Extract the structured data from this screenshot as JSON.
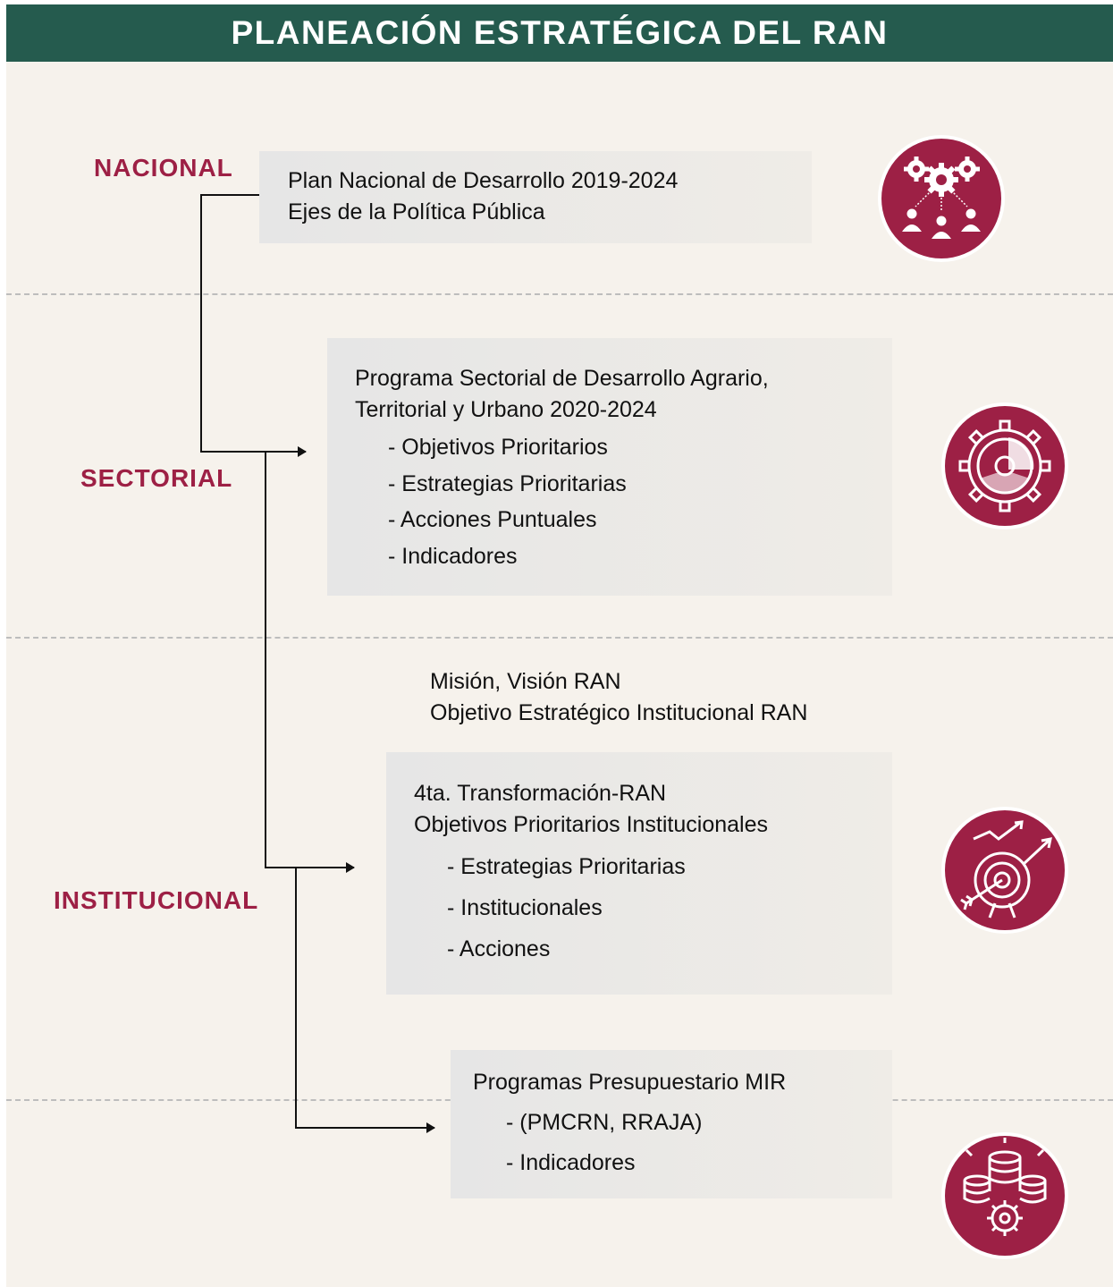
{
  "title": "PLANEACIÓN ESTRATÉGICA DEL RAN",
  "levels": {
    "nacional": "NACIONAL",
    "sectorial": "SECTORIAL",
    "institucional": "INSTITUCIONAL"
  },
  "boxes": {
    "nacional": {
      "line1": "Plan Nacional de Desarrollo 2019-2024",
      "line2": "Ejes de la Política Pública"
    },
    "sectorial": {
      "line1": "Programa Sectorial de Desarrollo Agrario,",
      "line2": "Territorial y Urbano 2020-2024",
      "items": [
        "- Objetivos Prioritarios",
        "- Estrategias Prioritarias",
        "- Acciones Puntuales",
        "- Indicadores"
      ]
    },
    "mision": {
      "line1": "Misión, Visión RAN",
      "line2": "Objetivo Estratégico Institucional RAN"
    },
    "institucional": {
      "line1": "4ta. Transformación-RAN",
      "line2": "Objetivos Prioritarios Institucionales",
      "items": [
        "- Estrategias Prioritarias",
        "- Institucionales",
        "- Acciones"
      ]
    },
    "presupuestario": {
      "line1": "Programas Presupuestario MIR",
      "items": [
        "- (PMCRN, RRAJA)",
        "- Indicadores"
      ]
    }
  },
  "icons": [
    "gears-team-icon",
    "gear-pie-chart-icon",
    "target-growth-icon",
    "database-gear-icon"
  ],
  "colors": {
    "header": "#255b4e",
    "accent": "#9d2045",
    "background": "#f6f2ec"
  }
}
